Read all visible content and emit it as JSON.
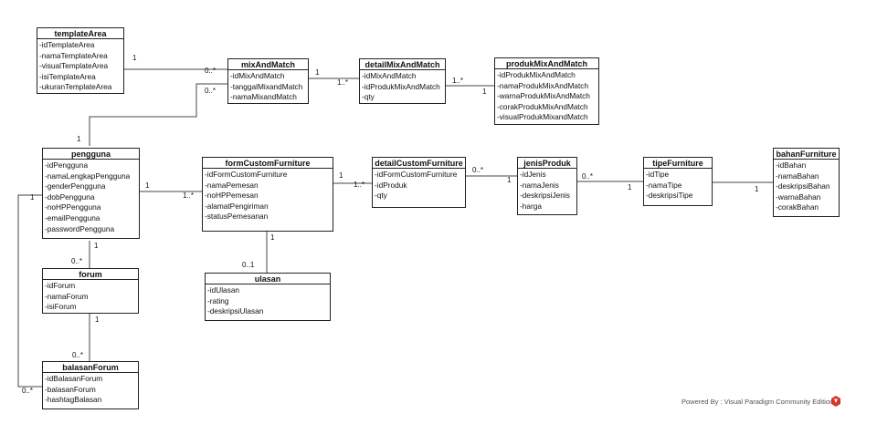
{
  "classes": [
    {
      "name": "templateArea",
      "attributes": [
        "-idTemplateArea",
        "-namaTemplateArea",
        "-visualTemplateArea",
        "-isiTemplateArea",
        "-ukuranTemplateArea"
      ]
    },
    {
      "name": "mixAndMatch",
      "attributes": [
        "-idMixAndMatch",
        "-tanggalMixandMatch",
        "-namaMixandMatch"
      ]
    },
    {
      "name": "detailMixAndMatch",
      "attributes": [
        "-idMixAndMatch",
        "-idProdukMixAndMatch",
        "-qty"
      ]
    },
    {
      "name": "produkMixAndMatch",
      "attributes": [
        "-idProdukMixAndMatch",
        "-namaProdukMixAndMatch",
        "-warnaProdukMixAndMatch",
        "-corakProdukMixAndMatch",
        "-visualProdukMixandMatch"
      ]
    },
    {
      "name": "pengguna",
      "attributes": [
        "-idPengguna",
        "-namaLengkapPengguna",
        "-genderPengguna",
        "-dobPengguna",
        "-noHPPengguna",
        "-emailPengguna",
        "-passwordPengguna"
      ]
    },
    {
      "name": "formCustomFurniture",
      "attributes": [
        "-idFormCustomFurniture",
        "-namaPemesan",
        "-noHPPemesan",
        "-alamatPengiriman",
        "-statusPemesanan"
      ]
    },
    {
      "name": "detailCustomFurniture",
      "attributes": [
        "-idFormCustomFurniture",
        "-idProduk",
        "-qty"
      ]
    },
    {
      "name": "jenisProduk",
      "attributes": [
        "-idJenis",
        "-namaJenis",
        "-deskripsiJenis",
        "-harga"
      ]
    },
    {
      "name": "tipeFurniture",
      "attributes": [
        "-idTipe",
        "-namaTipe",
        "-deskripsiTipe"
      ]
    },
    {
      "name": "bahanFurniture",
      "attributes": [
        "-idBahan",
        "-namaBahan",
        "-deskripsiBahan",
        "-warnaBahan",
        "-corakBahan"
      ]
    },
    {
      "name": "forum",
      "attributes": [
        "-idForum",
        "-namaForum",
        "-isiForum"
      ]
    },
    {
      "name": "ulasan",
      "attributes": [
        "-idUlasan",
        "-rating",
        "-deskripsiUlasan"
      ]
    },
    {
      "name": "balasanForum",
      "attributes": [
        "-idBalasanForum",
        "-balasanForum",
        "-hashtagBalasan"
      ]
    }
  ],
  "multiplicities": [
    "1",
    "0..*",
    "0..*",
    "1",
    "1..*",
    "1..*",
    "1",
    "1",
    "1",
    "1..*",
    "1",
    "1..*",
    "1",
    "0..*",
    "1",
    "0..*",
    "1",
    "1",
    "0..*",
    "1",
    "0..*",
    "1",
    "0..1",
    "1",
    "0..*"
  ],
  "footer": "Powered By : Visual Paradigm Community Edition",
  "colors": {
    "line": "#444444",
    "border": "#222222",
    "logo": "#d9342b"
  }
}
